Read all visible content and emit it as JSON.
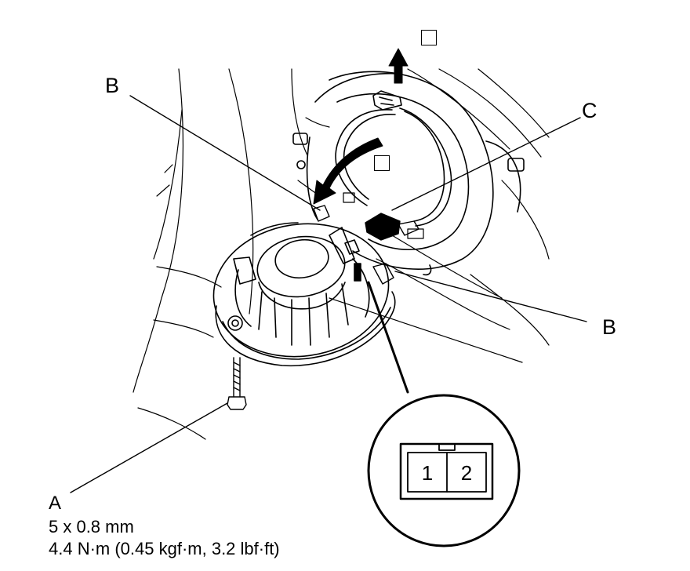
{
  "callouts": {
    "a": "A",
    "b_left": "B",
    "b_right": "B",
    "c": "C"
  },
  "fastener": {
    "size": "5 x 0.8 mm",
    "torque": "4.4 N·m (0.45 kgf·m, 3.2 lbf·ft)"
  },
  "connector": {
    "pins": [
      "1",
      "2"
    ]
  }
}
